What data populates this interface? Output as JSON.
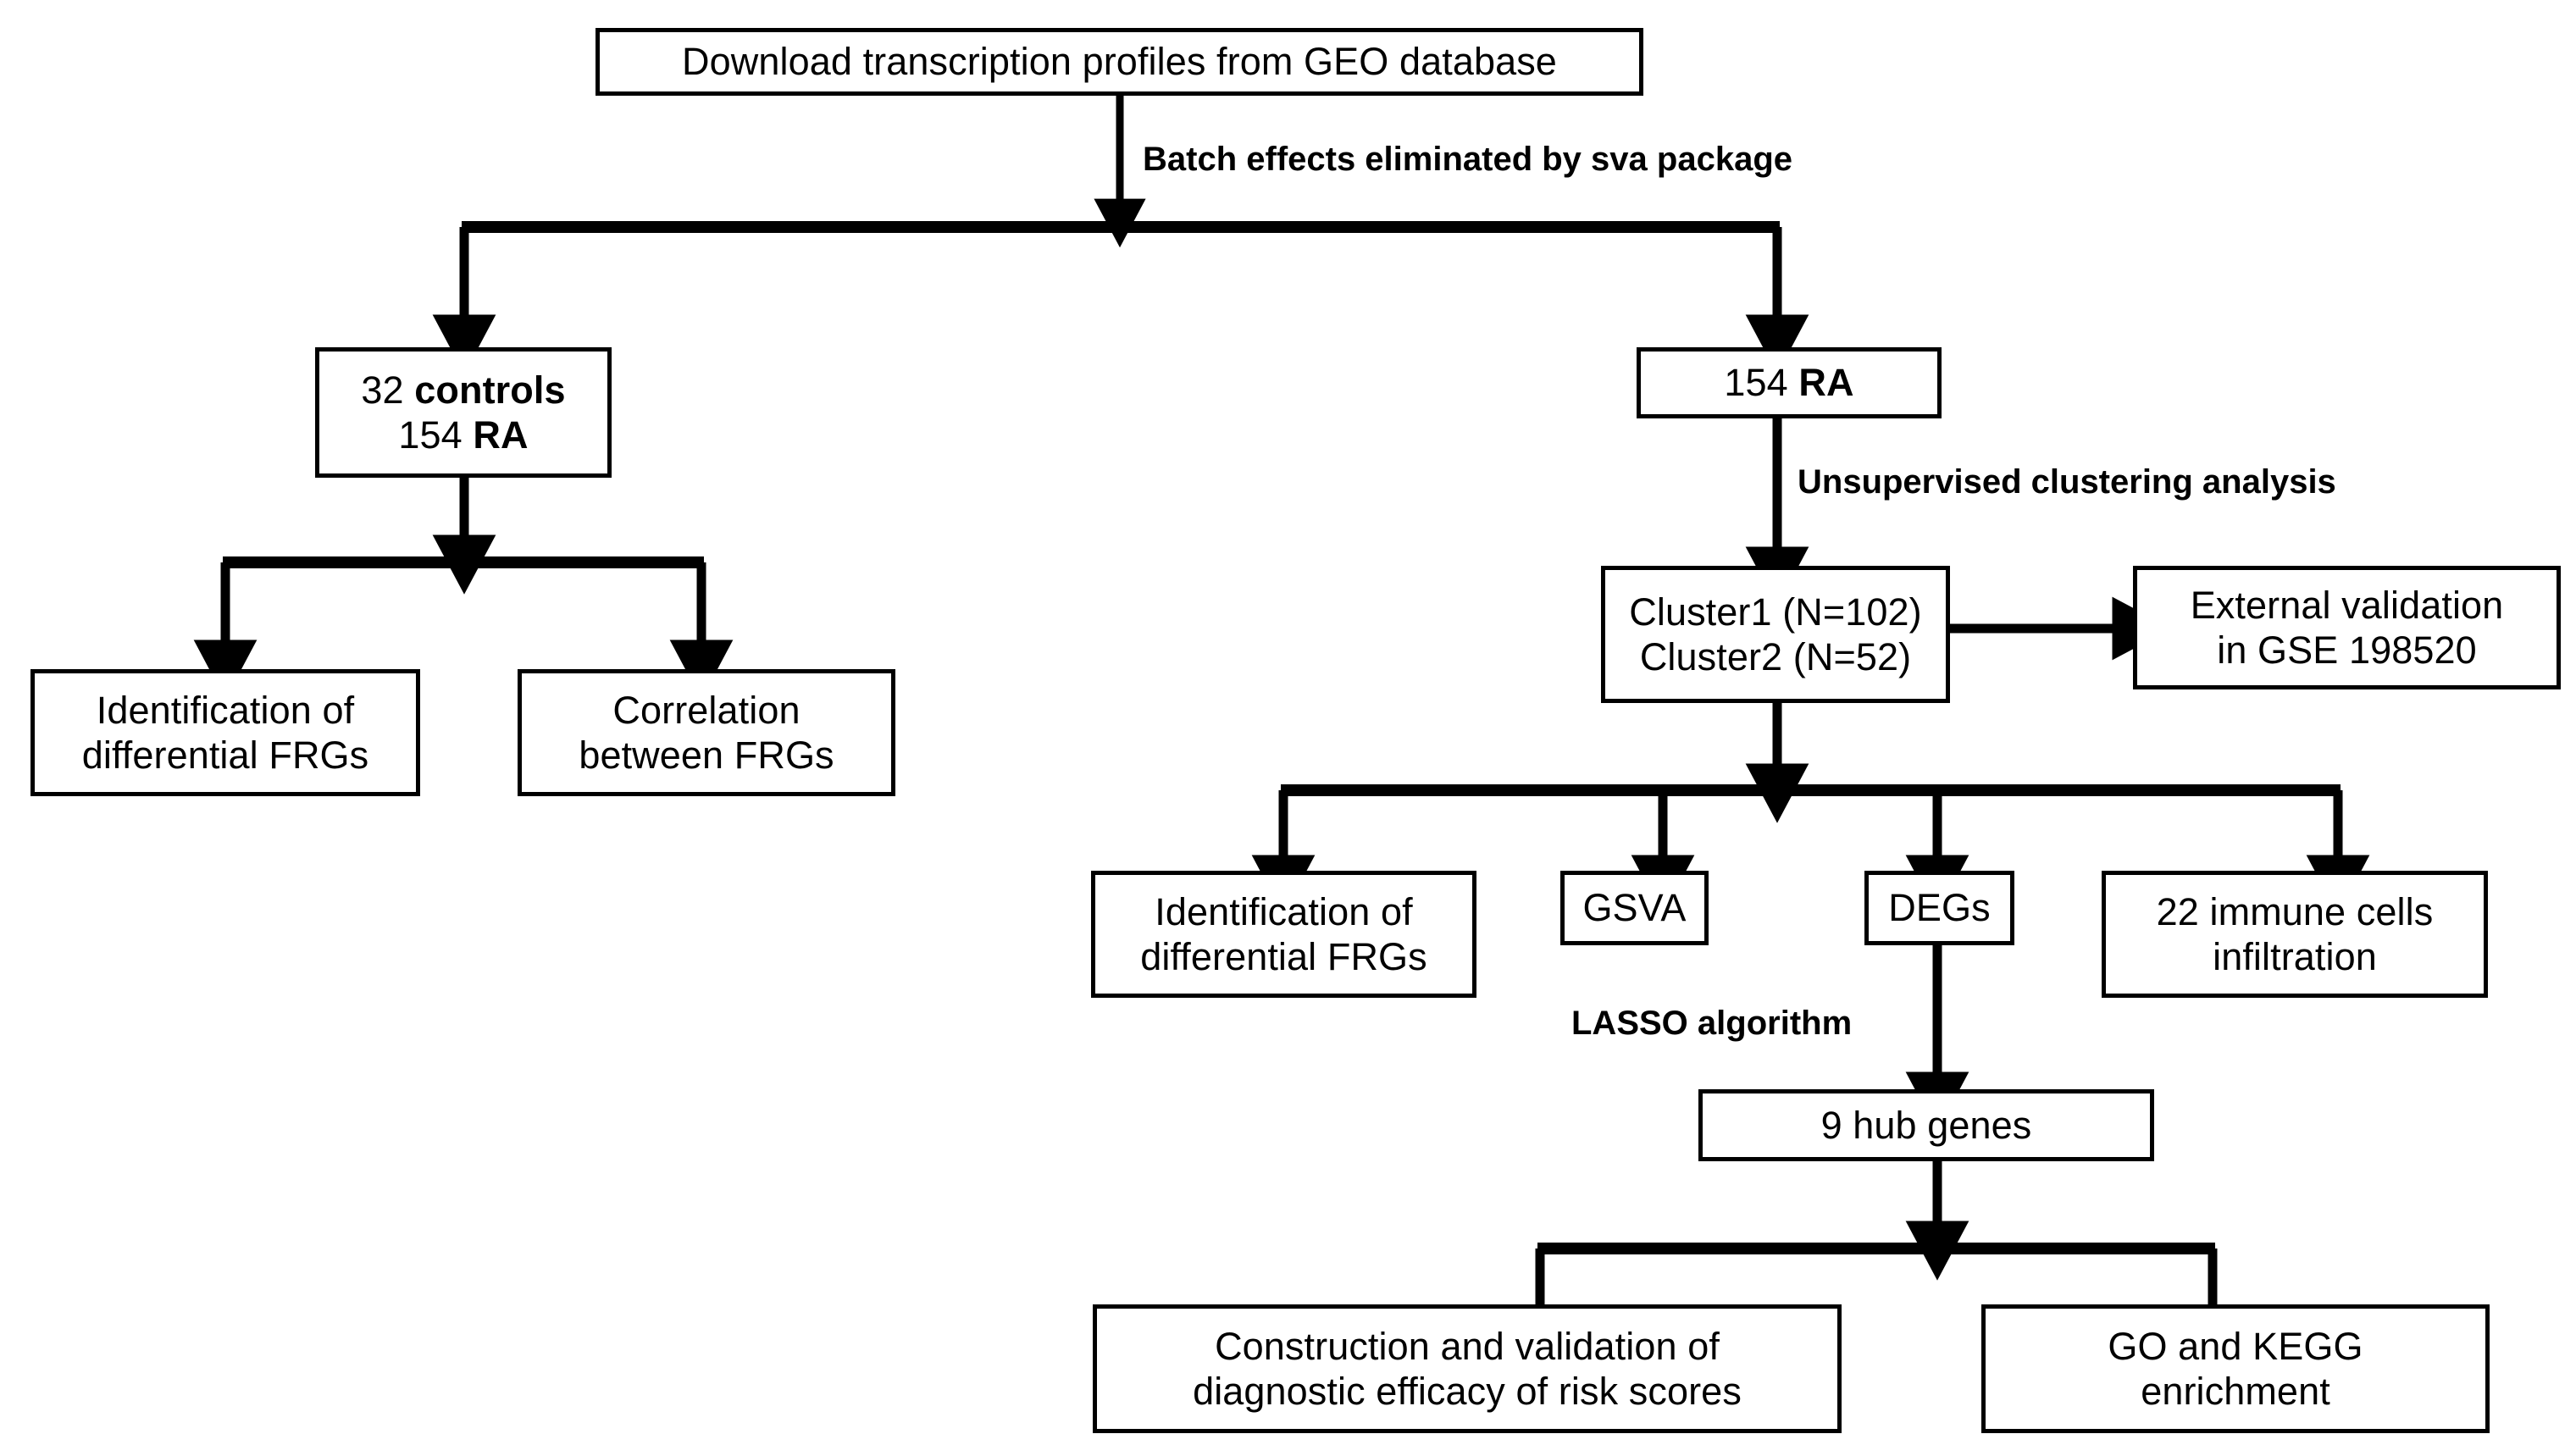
{
  "diagram": {
    "title": "Study workflow flowchart",
    "line_color": "#000000",
    "box_border_color": "#000000",
    "box_fill_color": "#ffffff",
    "text_color": "#000000"
  },
  "nodes": {
    "download": {
      "line1": "Download transcription profiles from GEO database"
    },
    "controls_ra": {
      "line1_plain": "32 ",
      "line1_bold": "controls",
      "line2_plain": "154 ",
      "line2_bold": "RA"
    },
    "ra": {
      "line1_plain": "154 ",
      "line1_bold": "RA"
    },
    "identification_left": {
      "line1": "Identification of",
      "line2": "differential FRGs"
    },
    "correlation": {
      "line1": "Correlation",
      "line2": "between FRGs"
    },
    "clusters": {
      "line1": "Cluster1 (N=102)",
      "line2": "Cluster2 (N=52)"
    },
    "external_validation": {
      "line1": "External validation",
      "line2": "in GSE 198520"
    },
    "identification_right": {
      "line1": "Identification of",
      "line2": "differential FRGs"
    },
    "gsva": {
      "line1": "GSVA"
    },
    "degs": {
      "line1": "DEGs"
    },
    "immune": {
      "line1": "22 immune cells",
      "line2": "infiltration"
    },
    "hub_genes": {
      "line1": "9 hub genes"
    },
    "risk_scores": {
      "line1": "Construction and validation of",
      "line2": "diagnostic efficacy of risk scores"
    },
    "go_kegg": {
      "line1": "GO and KEGG",
      "line2": "enrichment"
    }
  },
  "edge_labels": {
    "batch": "Batch effects eliminated by sva package",
    "clustering": "Unsupervised clustering analysis",
    "lasso": "LASSO algorithm"
  }
}
